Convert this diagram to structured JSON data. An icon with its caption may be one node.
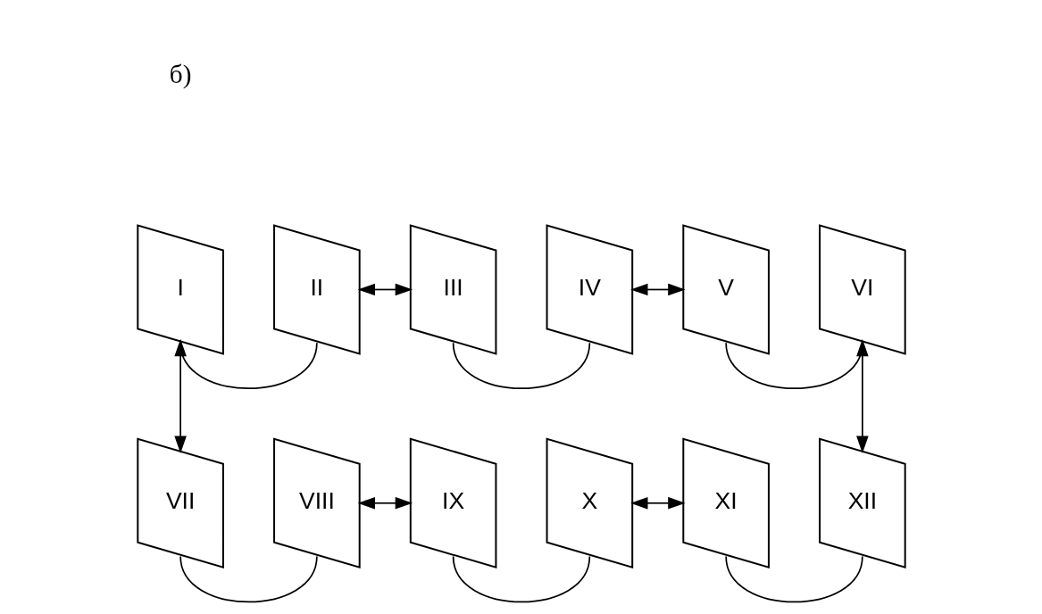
{
  "diagram": {
    "nodes": [
      {
        "text": [
          "I"
        ]
      },
      {
        "text": [
          "II"
        ]
      },
      {
        "text": [
          "III"
        ]
      },
      {
        "text": [
          "IV"
        ]
      },
      {
        "text": [
          "V"
        ]
      },
      {
        "text": [
          "VI"
        ]
      },
      {
        "text": [
          "VII"
        ]
      },
      {
        "text": [
          "VIII"
        ]
      },
      {
        "text": [
          "IX"
        ]
      },
      {
        "text": [
          "X"
        ]
      },
      {
        "text": [
          "XI"
        ]
      },
      {
        "text": [
          "XII"
        ]
      }
    ],
    "edges": [
      {
        "from": 0,
        "to": 6,
        "arrow": "both"
      },
      {
        "from": 0,
        "to": 1,
        "arrow": "none"
      },
      {
        "from": 1,
        "to": 2,
        "arrow": "both"
      },
      {
        "from": 2,
        "to": 3,
        "arrow": "none"
      },
      {
        "from": 3,
        "to": 4,
        "arrow": "both"
      },
      {
        "from": 4,
        "to": 5,
        "arrow": "none"
      },
      {
        "from": 5,
        "to": 11,
        "arrow": "both"
      },
      {
        "from": 6,
        "to": 7,
        "arrow": "none"
      },
      {
        "from": 7,
        "to": 8,
        "arrow": "both"
      },
      {
        "from": 8,
        "to": 9,
        "arrow": "none"
      },
      {
        "from": 9,
        "to": 10,
        "arrow": "both"
      },
      {
        "from": 10,
        "to": 11,
        "arrow": "none"
      }
    ],
    "labels": [
      "б)"
    ]
  }
}
